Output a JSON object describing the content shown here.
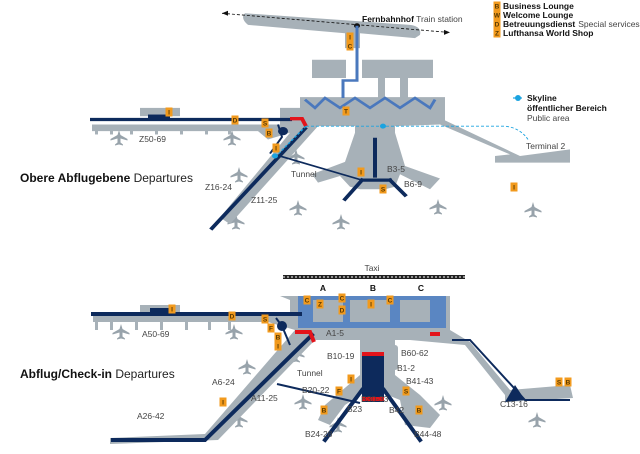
{
  "legend": {
    "items": [
      {
        "code": "B",
        "label": "Business Lounge",
        "sub": ""
      },
      {
        "code": "W",
        "label": "Welcome Lounge",
        "sub": ""
      },
      {
        "code": "D",
        "label": "Betreuungsdienst",
        "sub": "Special services"
      },
      {
        "code": "Z",
        "label": "Lufthansa World Shop",
        "sub": ""
      }
    ],
    "skyline_title": "Skyline",
    "skyline_sub_bold": "öffentlicher Bereich",
    "skyline_sub": "Public area"
  },
  "upper": {
    "title_bold": "Obere Abflugebene",
    "title": "Departures",
    "station_bold": "Fernbahnhof",
    "station": "Train station",
    "terminal2": "Terminal 2",
    "tunnel": "Tunnel",
    "gates": [
      "Z50-69",
      "Z16-24",
      "Z11-25",
      "B3-5",
      "B6-9"
    ],
    "badges": [
      "I",
      "C",
      "T",
      "I",
      "D",
      "S",
      "B",
      "I",
      "I",
      "S",
      "I"
    ]
  },
  "lower": {
    "title_bold": "Abflug/Check-in",
    "title": "Departures",
    "taxi": "Taxi",
    "halls": [
      "A",
      "B",
      "C"
    ],
    "tunnel": "Tunnel",
    "gates": [
      "A50-69",
      "A1-5",
      "B10-19",
      "B60-62",
      "B1-2",
      "B41-43",
      "A6-24",
      "A11-25",
      "A26-42",
      "B20-22",
      "B23",
      "B30-33",
      "B42",
      "B24-28",
      "B44-48",
      "C13-16"
    ],
    "badges": [
      "C",
      "Z",
      "C",
      "D",
      "C",
      "I",
      "D",
      "S",
      "F",
      "B",
      "I",
      "I",
      "I",
      "F",
      "B",
      "S",
      "B",
      "I",
      "S",
      "B"
    ]
  },
  "colors": {
    "terminal": "#a7b1b8",
    "walkway": "#0d2a5c",
    "landside": "#5a86c2",
    "skyline": "#1aa3e0",
    "badge": "#f29a1d",
    "barrier": "#e3141b"
  }
}
